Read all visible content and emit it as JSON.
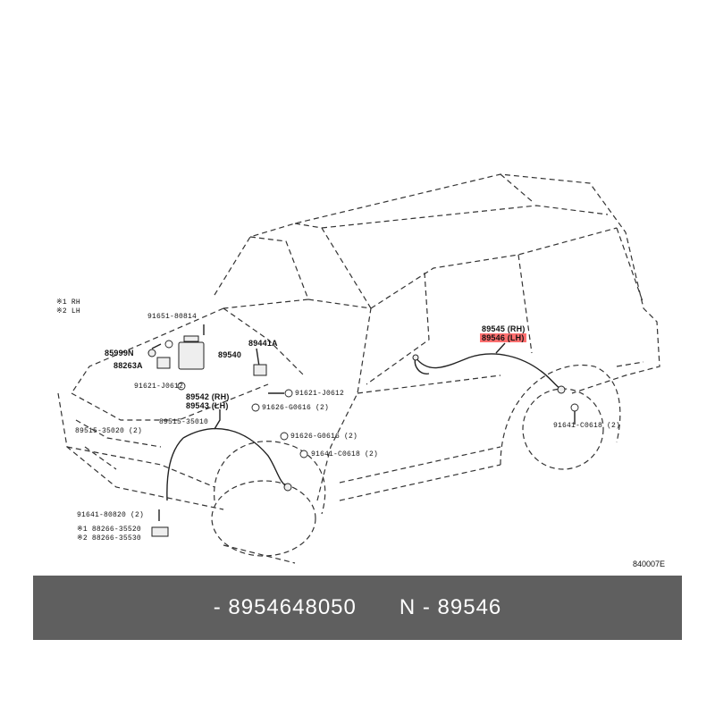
{
  "legend": {
    "rh": "※1 RH",
    "lh": "※2 LH"
  },
  "labels": {
    "p91651": "91651-80814",
    "p85999": "85999N",
    "p88263": "88263A",
    "p89540": "89540",
    "p89441": "89441A",
    "p91621a": "91621-J0612",
    "p91621b": "91621-J0612",
    "p89542": "89542 (RH)",
    "p89543": "89543 (LH)",
    "p91626a": "91626-G0616 (2)",
    "p89515": "89515-35010",
    "p89515b": "89515-35020 (2)",
    "p91626b": "91626-G0616 (2)",
    "p91641a": "91641-C0618 (2)",
    "p91641b": "91641-80820 (2)",
    "p88266a": "※1 88266-35520",
    "p88266b": "※2 88266-35530",
    "p89545": "89545 (RH)",
    "p89546": "89546 (LH)",
    "p91641c": "91641-C0618 (2)",
    "fig": "840007E"
  },
  "banner": {
    "part_number": "- 8954648050",
    "n_code": "N - 89546"
  },
  "colors": {
    "highlight": "#ff6f6f",
    "banner": "#5f5f5f"
  }
}
